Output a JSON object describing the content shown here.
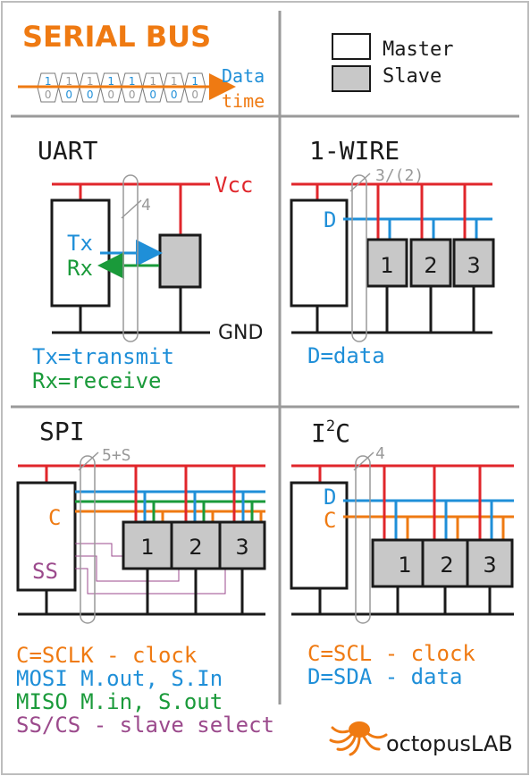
{
  "header": {
    "title": "SERIAL BUS",
    "data_label": "Data",
    "time_label": "time",
    "bits_top": [
      "1",
      "1",
      "1",
      "1",
      "1",
      "1",
      "1",
      "1"
    ],
    "bits_bottom": [
      "0",
      "0",
      "0",
      "0",
      "0",
      "0",
      "0",
      "0"
    ],
    "legend": {
      "master": "Master",
      "slave": "Slave"
    }
  },
  "uart": {
    "title": "UART",
    "vcc": "Vcc",
    "gnd": "GND",
    "tx": "Tx",
    "rx": "Rx",
    "wire_count": "4",
    "notes": [
      "Tx=transmit",
      "Rx=receive"
    ]
  },
  "onewire": {
    "title": "1-WIRE",
    "wire_count": "3/(2)",
    "d_label": "D",
    "slaves": [
      "1",
      "2",
      "3"
    ],
    "note": "D=data"
  },
  "spi": {
    "title": "SPI",
    "wire_count": "5+S",
    "c_label": "C",
    "ss_label": "SS",
    "slaves": [
      "1",
      "2",
      "3"
    ],
    "notes": [
      "C=SCLK - clock",
      "MOSI M.out, S.In",
      "MISO M.in, S.out",
      "SS/CS - slave select"
    ]
  },
  "i2c": {
    "title_main": "I",
    "title_sup": "2",
    "title_end": "C",
    "wire_count": "4",
    "d_label": "D",
    "c_label": "C",
    "slaves": [
      "1",
      "2",
      "3"
    ],
    "notes": [
      "C=SCL - clock",
      "D=SDA - data"
    ]
  },
  "brand": "octopusLAB",
  "colors": {
    "vcc": "#e0262b",
    "gnd": "#1a1a1a",
    "data": "#1f8fd8",
    "rx": "#1a9a3a",
    "clock": "#ef7a12",
    "ss": "#9b4a8c",
    "gray_text": "#999999",
    "slave_fill": "#c8c8c8",
    "divider": "#9a9a9a"
  },
  "icons": {
    "brand_logo": "octopus-icon"
  }
}
